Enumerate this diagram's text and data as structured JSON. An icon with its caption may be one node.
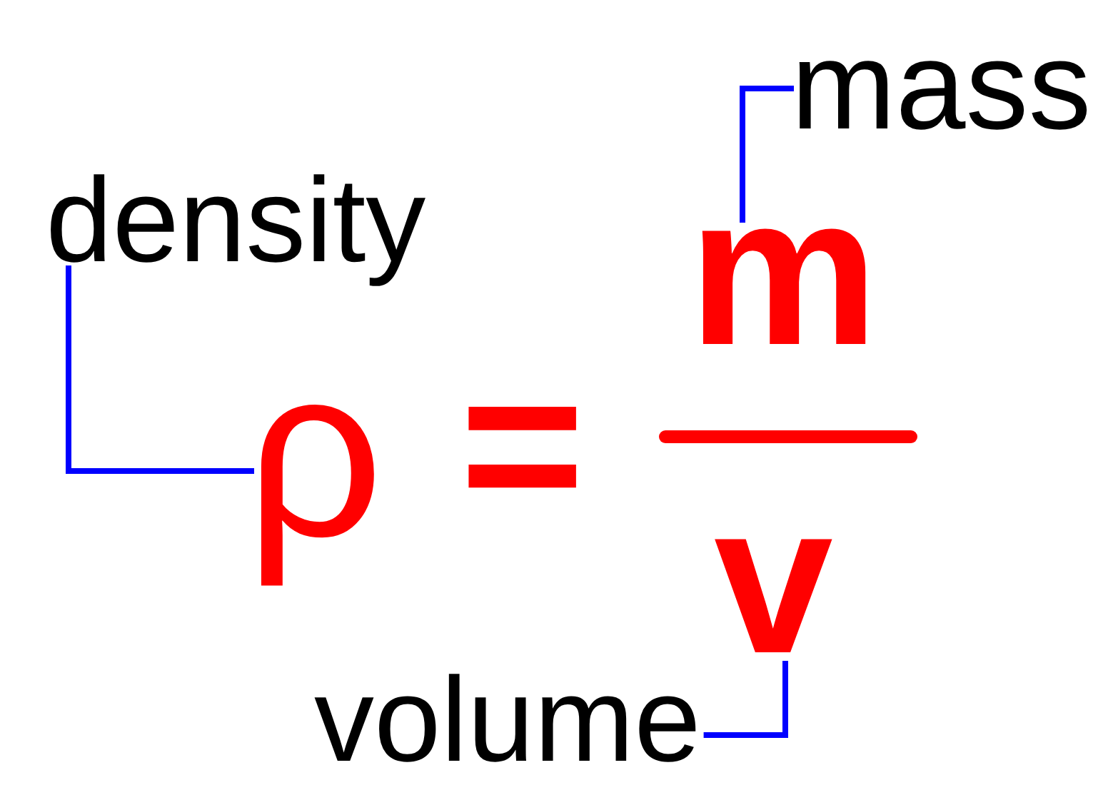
{
  "diagram": {
    "nodes": [
      {
        "text": [
          "mass"
        ]
      },
      {
        "text": [
          "density"
        ]
      },
      {
        "text": [
          "m"
        ]
      },
      {
        "text": [
          "ρ"
        ]
      },
      {
        "text": [
          "v"
        ]
      },
      {
        "text": [
          "volume"
        ]
      }
    ],
    "edges": [
      {
        "from": 0,
        "to": 2,
        "arrow": "none"
      },
      {
        "from": 1,
        "to": 3,
        "arrow": "none"
      },
      {
        "from": 5,
        "to": 4,
        "arrow": "none"
      }
    ],
    "labels": [
      "="
    ]
  }
}
